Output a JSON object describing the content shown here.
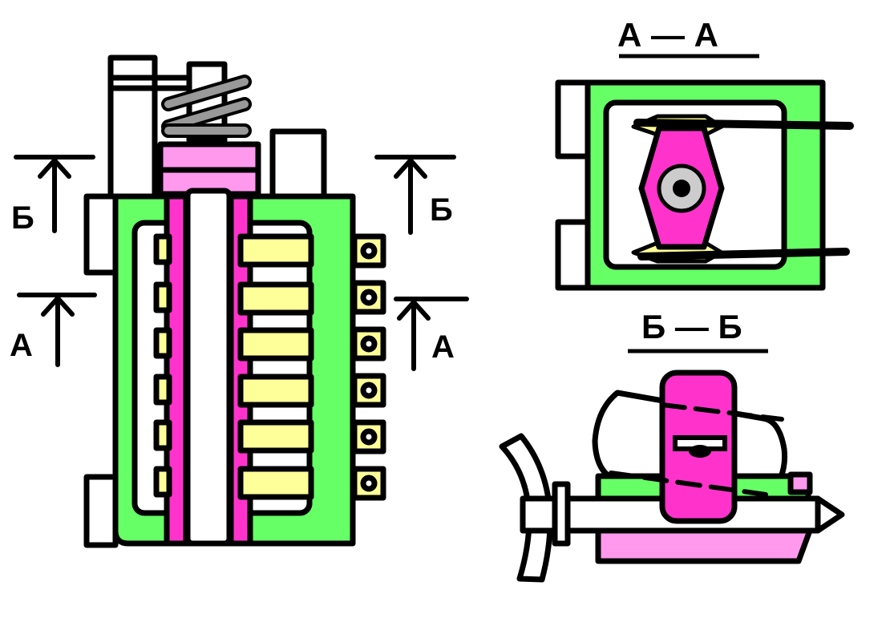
{
  "labels": {
    "section_b": "Б",
    "section_a": "А",
    "title_aa": "А — А",
    "title_bb": "Б — Б"
  },
  "colors": {
    "outline": "#000000",
    "green": "#66ff66",
    "magenta": "#ff33cc",
    "pink": "#ff99ee",
    "yellow": "#ffff99",
    "gray": "#999999",
    "white": "#ffffff"
  }
}
